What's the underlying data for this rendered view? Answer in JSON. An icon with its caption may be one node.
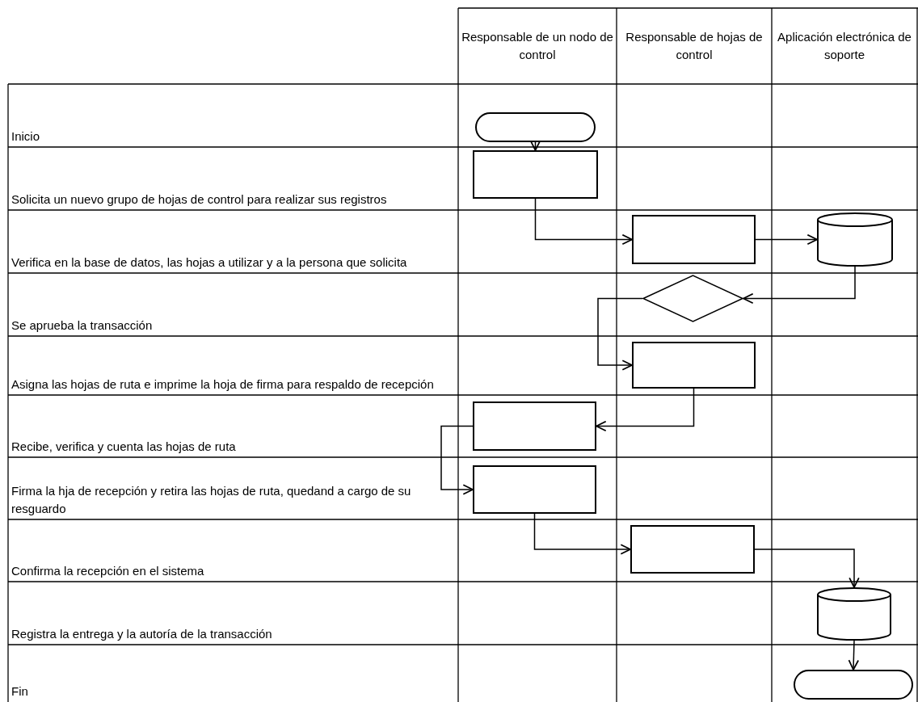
{
  "diagram": {
    "nodes": [
      {
        "text": [],
        "shape": "oval"
      },
      {
        "text": [],
        "shape": "box"
      },
      {
        "text": [],
        "shape": "box"
      },
      {
        "text": [],
        "shape": "cylinder"
      },
      {
        "text": [],
        "shape": "diamond"
      },
      {
        "text": [],
        "shape": "box"
      },
      {
        "text": [],
        "shape": "box"
      },
      {
        "text": [],
        "shape": "box"
      },
      {
        "text": [],
        "shape": "box"
      },
      {
        "text": [],
        "shape": "cylinder"
      },
      {
        "text": [],
        "shape": "oval"
      }
    ],
    "edges": [
      {
        "from": 0,
        "to": 1,
        "arrow": "to"
      },
      {
        "from": 1,
        "to": 2,
        "arrow": "to"
      },
      {
        "from": 2,
        "to": 3,
        "arrow": "to"
      },
      {
        "from": 3,
        "to": 4,
        "arrow": "to"
      },
      {
        "from": 4,
        "to": 5,
        "arrow": "to"
      },
      {
        "from": 5,
        "to": 6,
        "arrow": "to"
      },
      {
        "from": 6,
        "to": 7,
        "arrow": "to"
      },
      {
        "from": 7,
        "to": 8,
        "arrow": "to"
      },
      {
        "from": 8,
        "to": 9,
        "arrow": "to"
      },
      {
        "from": 9,
        "to": 10,
        "arrow": "to"
      }
    ],
    "labels": [
      "Responsable de un nodo de control",
      "Responsable de hojas de control",
      "Aplicación electrónica de soporte",
      "Inicio",
      "Solicita un nuevo grupo de hojas de control para realizar sus registros",
      "Verifica en la base de datos, las hojas a utilizar y a la persona que solicita",
      "Se aprueba la transacción",
      "Asigna las hojas de ruta e imprime la hoja de firma para respaldo de recepción",
      "Recibe, verifica y cuenta las hojas de ruta",
      "Firma la hja de recepción y retira las hojas de ruta, quedand a cargo de su resguardo",
      "Confirma la recepción en el sistema",
      "Registra la entrega y la autoría de la transacción",
      "Fin"
    ]
  }
}
